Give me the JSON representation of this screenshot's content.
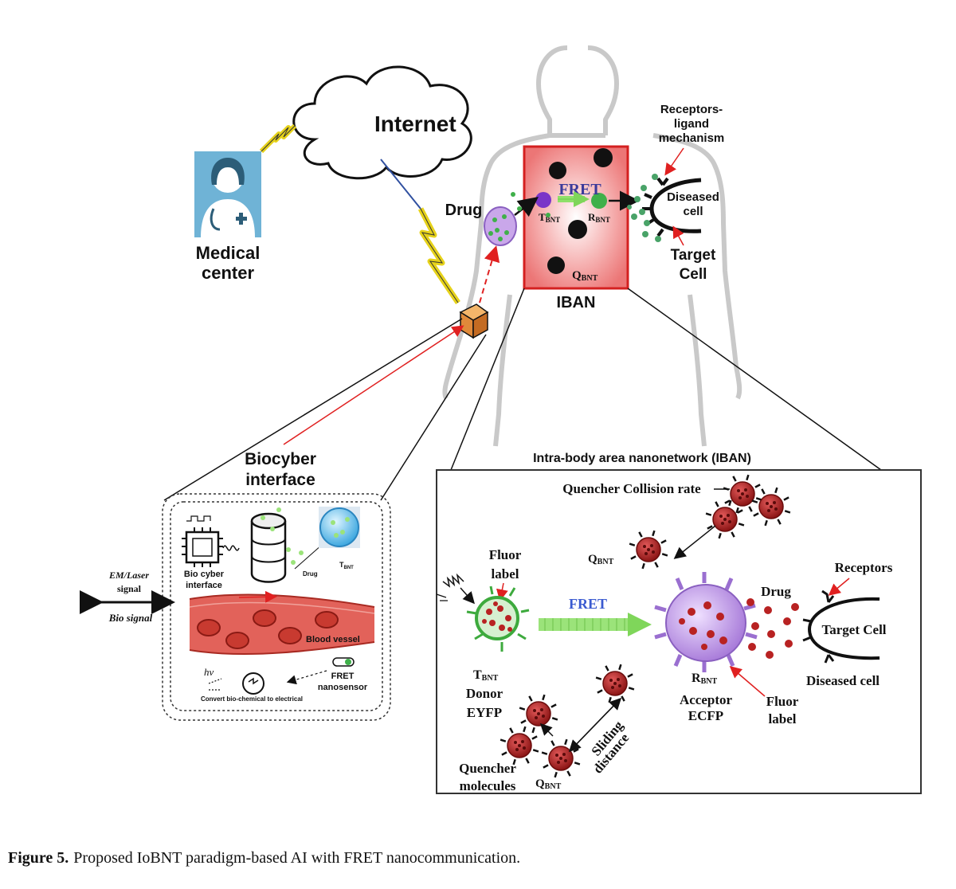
{
  "top": {
    "internet": "Internet",
    "medical_center": [
      "Medical",
      "center"
    ],
    "drug": "Drug",
    "fret": "FRET",
    "t_bnt": {
      "main": "T",
      "sub": "BNT"
    },
    "r_bnt": {
      "main": "R",
      "sub": "BNT"
    },
    "q_bnt": {
      "main": "Q",
      "sub": "BNT"
    },
    "iban": "IBAN",
    "receptors_ligand": [
      "Receptors-",
      "ligand",
      "mechanism"
    ],
    "diseased_cell": [
      "Diseased",
      "cell"
    ],
    "target_cell": [
      "Target",
      "Cell"
    ]
  },
  "left_panel": {
    "title": [
      "Biocyber",
      "interface"
    ],
    "em_laser": [
      "EM/Laser",
      "signal"
    ],
    "bio_signal": "Bio signal",
    "bio_cyber": [
      "Bio cyber",
      "interface"
    ],
    "drug": "Drug",
    "t_bnt": {
      "main": "T",
      "sub": "BNT"
    },
    "blood_vessel": "Blood vessel",
    "fret_nanosensor": [
      "FRET",
      "nanosensor"
    ],
    "hv": "hv",
    "convert": "Convert bio-chemical to electrical"
  },
  "right_panel": {
    "title": "Intra-body area nanonetwork (IBAN)",
    "quencher_collision": "Quencher Collision rate",
    "q_bnt": {
      "main": "Q",
      "sub": "BNT"
    },
    "fluor_label_top": [
      "Fluor",
      "label"
    ],
    "fret": "FRET",
    "drug": "Drug",
    "receptors": "Receptors",
    "target_cell": "Target Cell",
    "diseased_cell": "Diseased cell",
    "t_bnt": {
      "main": "T",
      "sub": "BNT"
    },
    "donor": [
      "Donor",
      "EYFP"
    ],
    "r_bnt": {
      "main": "R",
      "sub": "BNT"
    },
    "acceptor": [
      "Acceptor",
      "ECFP"
    ],
    "fluor_label_bottom": [
      "Fluor",
      "label"
    ],
    "quencher_molecules": [
      "Quencher",
      "molecules"
    ],
    "q_bnt_bottom": {
      "main": "Q",
      "sub": "BNT"
    },
    "sliding_distance": [
      "Sliding",
      "distance"
    ]
  },
  "caption": {
    "label": "Figure 5.",
    "text": "Proposed IoBNT paradigm-based AI with FRET nanocommunication."
  },
  "colors": {
    "iban_fill": "#f08a8a",
    "iban_border": "#d42020",
    "quencher": "#b82222",
    "acceptor": "#b98ee0",
    "donor_ring": "#3daa3d",
    "fret_arrow": "#9be37a",
    "doctor_bg": "#6fb3d6",
    "vessel": "#d9544a"
  }
}
